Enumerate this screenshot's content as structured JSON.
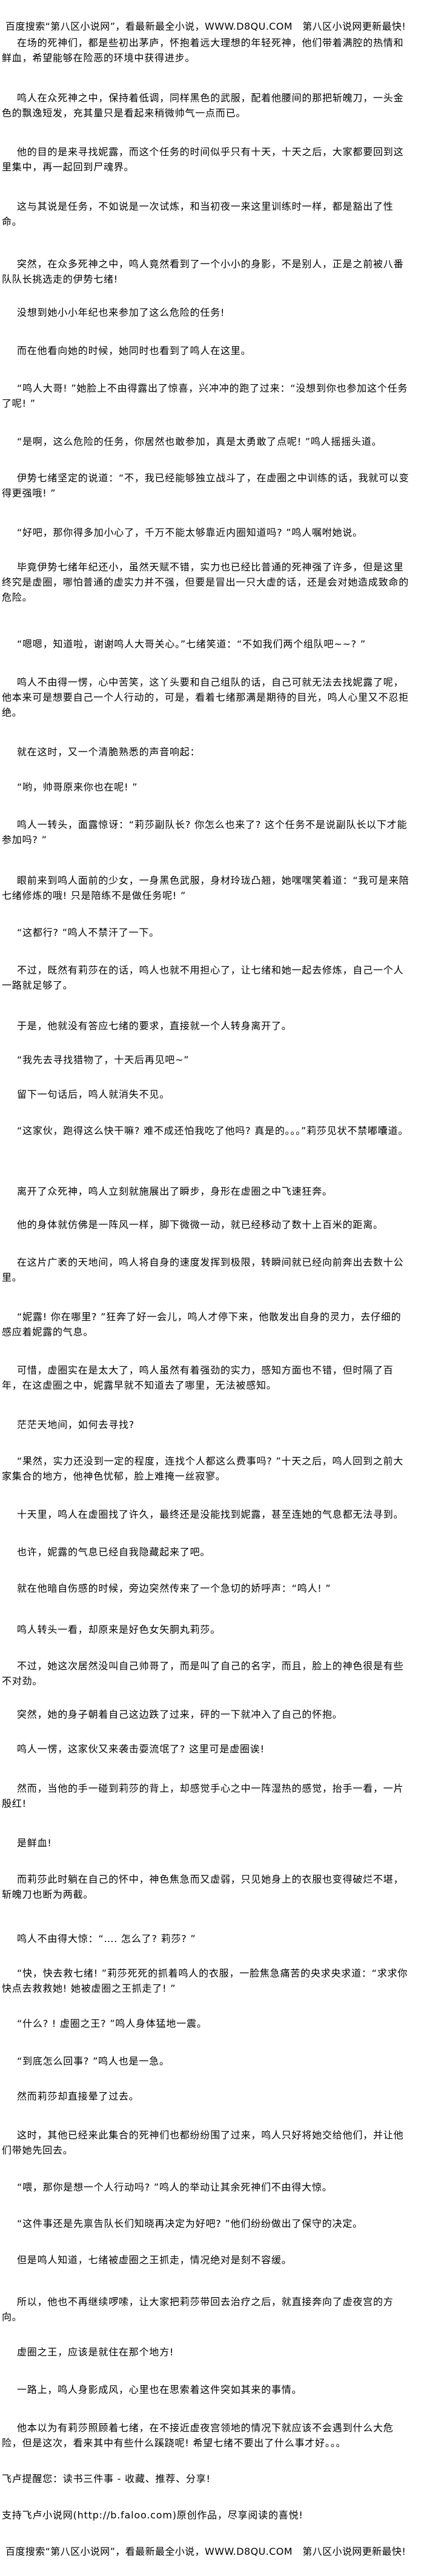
{
  "header_banner": "百度搜索“第八区小说网”，看最新最全小说，WWW.D8QU.COM　第八区小说网更新最快!",
  "paragraphs": [
    "在场的死神们，都是些初出茅庐，怀抱着远大理想的年轻死神，他们带着满腔的热情和鲜血，希望能够在险恶的环境中获得进步。",
    "鸣人在众死神之中，保持着低调，同样黑色的武服，配着他腰间的那把斩魄刀，一头金色的飘逸短发，充其量只是看起来稍微帅气一点而已。",
    "他的目的是来寻找妮露，而这个任务的时间似乎只有十天，十天之后，大家都要回到这里集中，再一起回到尸魂界。",
    "这与其说是任务，不如说是一次试炼，和当初夜一来这里训练时一样，都是豁出了性命。",
    "突然，在众多死神之中，鸣人竟然看到了一个小小的身影，不是别人，正是之前被八番队队长挑选走的伊势七绪!",
    "没想到她小小年纪也来参加了这么危险的任务!",
    "而在他看向她的时候，她同时也看到了鸣人在这里。",
    "“鸣人大哥! ”她脸上不由得露出了惊喜，兴冲冲的跑了过来：“没想到你也参加这个任务了呢! ”",
    "“是啊，这么危险的任务，你居然也敢参加，真是太勇敢了点呢! ”鸣人摇摇头道。",
    "伊势七绪坚定的说道：“不，我已经能够独立战斗了，在虚圈之中训练的话，我就可以变得更强哦! ”",
    "“好吧，那你得多加小心了，千万不能太够靠近内圈知道吗? ”鸣人嘱咐她说。",
    "毕竟伊势七绪年纪还小，虽然天赋不错，实力也已经比普通的死神强了许多，但是这里终究是虚圈，哪怕普通的虚实力并不强，但要是冒出一只大虚的话，还是会对她造成致命的危险。",
    "“嗯嗯，知道啦，谢谢鸣人大哥关心。”七绪笑道：“不如我们两个组队吧~~? ”",
    "鸣人不由得一愣，心中苦笑，这丫头要和自己组队的话，自己可就无法去找妮露了呢，他本来可是想要自己一个人行动的，可是，看着七绪那满是期待的目光，鸣人心里又不忍拒绝。",
    "就在这时，又一个清脆熟悉的声音响起：",
    "“哟，帅哥原来你也在呢! ”",
    "鸣人一转头，面露惊讶：“莉莎副队长? 你怎么也来了? 这个任务不是说副队长以下才能参加吗? ”",
    "眼前来到鸣人面前的少女，一身黑色武服，身材玲珑凸翘，她嘿嘿笑着道：“我可是来陪七绪修炼的哦! 只是陪练不是做任务呢! ”",
    "“这都行? ”鸣人不禁汗了一下。",
    "不过，既然有莉莎在的话，鸣人也就不用担心了，让七绪和她一起去修炼，自己一个人一路就足够了。",
    "于是，他就没有答应七绪的要求，直接就一个人转身离开了。",
    "“我先去寻找猎物了，十天后再见吧~”",
    "留下一句话后，鸣人就消失不见。",
    "“这家伙，跑得这么快干嘛? 难不成还怕我吃了他吗? 真是的。。。”莉莎见状不禁嘟囔道。",
    "离开了众死神，鸣人立刻就施展出了瞬步，身形在虚圈之中飞速狂奔。",
    "他的身体就仿佛是一阵风一样，脚下微微一动，就已经移动了数十上百米的距离。",
    "在这片广袤的天地间，鸣人将自身的速度发挥到极限，转瞬间就已经向前奔出去数十公里。",
    "“妮露! 你在哪里? ”狂奔了好一会儿，鸣人才停下来，他散发出自身的灵力，去仔细的感应着妮露的气息。",
    "可惜，虚圈实在是太大了，鸣人虽然有着强劲的实力，感知方面也不错，但时隔了百年，在这虚圈之中，妮露早就不知道去了哪里，无法被感知。",
    "茫茫天地间，如何去寻找?",
    "“果然，实力还没到一定的程度，连找个人都这么费事吗? ”十天之后，鸣人回到之前大家集合的地方，他神色忧郁，脸上难掩一丝寂寥。",
    "十天里，鸣人在虚圈找了许久，最终还是没能找到妮露，甚至连她的气息都无法寻到。",
    "也许，妮露的气息已经自我隐藏起来了吧。",
    "就在他暗自伤感的时候，旁边突然传来了一个急切的娇呼声：“鸣人! ”",
    "鸣人转头一看，却原来是好色女矢胴丸莉莎。",
    "不过，她这次居然没叫自己帅哥了，而是叫了自己的名字，而且，脸上的神色很是有些不对劲。",
    "突然，她的身子朝着自己这边跌了过来，砰的一下就冲入了自己的怀抱。",
    "鸣人一愣，这家伙又来袭击耍流氓了? 这里可是虚圈诶!",
    "然而，当他的手一碰到莉莎的背上，却感觉手心之中一阵湿热的感觉，抬手一看，一片殷红!",
    "是鲜血!",
    "而莉莎此时躺在自己的怀中，神色焦急而又虚弱，只见她身上的衣服也变得破烂不堪，斩魄刀也断为两截。",
    "鸣人不由得大惊：“…. 怎么了? 莉莎? ”",
    "“快，快去救七绪! ”莉莎死死的抓着鸣人的衣服，一脸焦急痛苦的央求央求道：“求求你快点去救救她! 她被虚圈之王抓走了! ”",
    "“什么? ! 虚圈之王? ”鸣人身体猛地一震。",
    "“到底怎么回事? ”鸣人也是一急。",
    "然而莉莎却直接晕了过去。",
    "这时，其他已经来此集合的死神们也都纷纷围了过来，鸣人只好将她交给他们，并让他们带她先回去。",
    "“喂，那你是想一个人行动吗? ”鸣人的举动让其余死神们不由得大惊。",
    "“这件事还是先禀告队长们知晓再决定为好吧? ”他们纷纷做出了保守的决定。",
    "但是鸣人知道，七绪被虚圈之王抓走，情况绝对是刻不容缓。",
    "所以，他也不再继续啰嗦，让大家把莉莎带回去治疗之后，就直接奔向了虚夜宫的方向。",
    "虚圈之王，应该是就住在那个地方!",
    "一路上，鸣人身影成风，心里也在思索着这件突如其来的事情。",
    "他本以为有莉莎照顾着七绪，在不接近虚夜宫领地的情况下就应该不会遇到什么大危险，但是这次，看来其中有些什么蹊跷呢! 希望七绪不要出了什么事才好。。。"
  ],
  "footer": {
    "tip": "飞卢提醒您：读书三件事 - 收藏、推荐、分享!",
    "support": "支持飞卢小说网(http://b.faloo.com)原创作品，尽享阅读的喜悦!",
    "banner": "百度搜索“第八区小说网”，看最新最全小说，WWW.D8QU.COM　第八区小说网更新最快!"
  }
}
